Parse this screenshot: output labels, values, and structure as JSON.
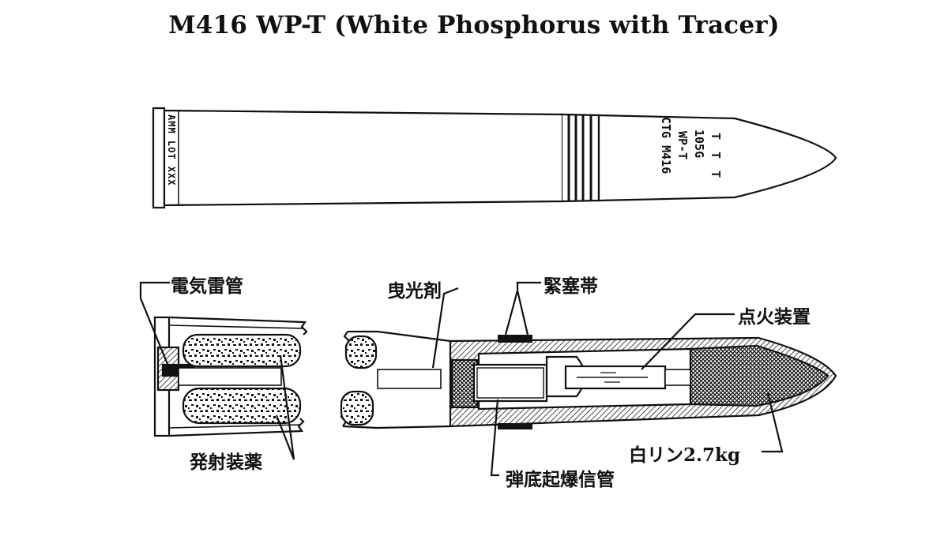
{
  "title": "M416 WP-T (White Phosphorus with Tracer)",
  "shell_markings": {
    "case_text": "AMM LOT XXX",
    "nose_line_1": "T T T",
    "nose_line_2": "105G",
    "nose_line_3": "WP-T",
    "nose_line_4": "CTG M416"
  },
  "labels": {
    "electric_primer": "電気雷管",
    "tracer": "曳光剤",
    "rotating_band": "緊塞帯",
    "burster": "点火装置",
    "propellant": "発射装薬",
    "base_fuze": "弾底起爆信管",
    "white_phosphorus": "白リン2.7kg"
  },
  "colors": {
    "ink": "#111111",
    "paper": "#ffffff"
  }
}
